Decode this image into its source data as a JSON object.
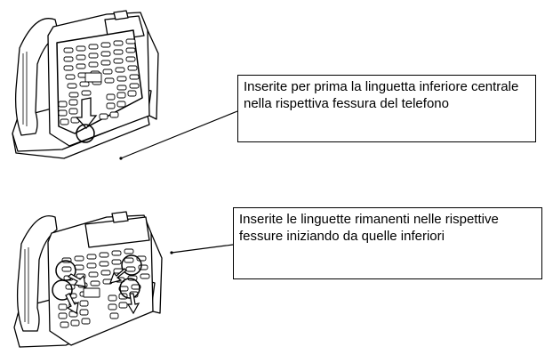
{
  "steps": [
    {
      "text": "Inserite per prima la linguetta inferiore centrale nella rispettiva fessura del telefono"
    },
    {
      "text": "Inserite le linguette rimanenti nelle rispettive fessure iniziando da quelle inferiori"
    }
  ],
  "colors": {
    "line": "#000000",
    "background": "#ffffff"
  },
  "icons": [
    "desk-phone-illustration",
    "arrow-icon",
    "circle-highlight"
  ]
}
